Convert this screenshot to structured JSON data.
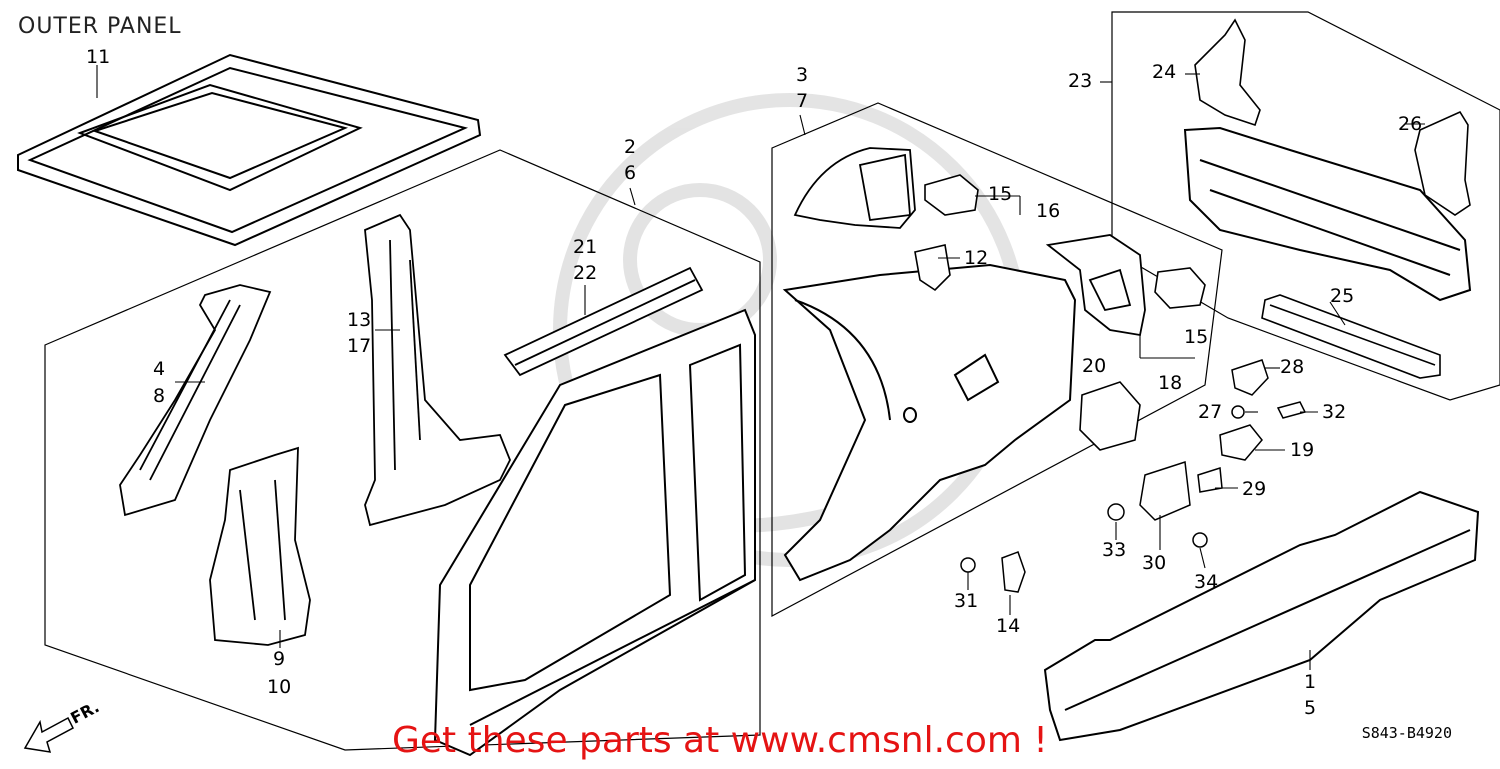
{
  "title": "OUTER PANEL",
  "diagram_code": "S843-B4920",
  "promo_text": "Get these parts at www.cmsnl.com !",
  "front_marker": "FR.",
  "callouts": {
    "c11": "11",
    "c2": "2",
    "c6": "6",
    "c3": "3",
    "c7": "7",
    "c23": "23",
    "c24": "24",
    "c26": "26",
    "c25": "25",
    "c15a": "15",
    "c16": "16",
    "c12": "12",
    "c21": "21",
    "c22": "22",
    "c13": "13",
    "c17": "17",
    "c4": "4",
    "c8": "8",
    "c9": "9",
    "c10": "10",
    "c15b": "15",
    "c18": "18",
    "c20": "20",
    "c28": "28",
    "c27": "27",
    "c32": "32",
    "c19": "19",
    "c29": "29",
    "c33": "33",
    "c30": "30",
    "c34": "34",
    "c31": "31",
    "c14": "14",
    "c1": "1",
    "c5": "5"
  },
  "colors": {
    "line": "#000000",
    "promo": "#e51313",
    "watermark": "#d0d0d0"
  }
}
